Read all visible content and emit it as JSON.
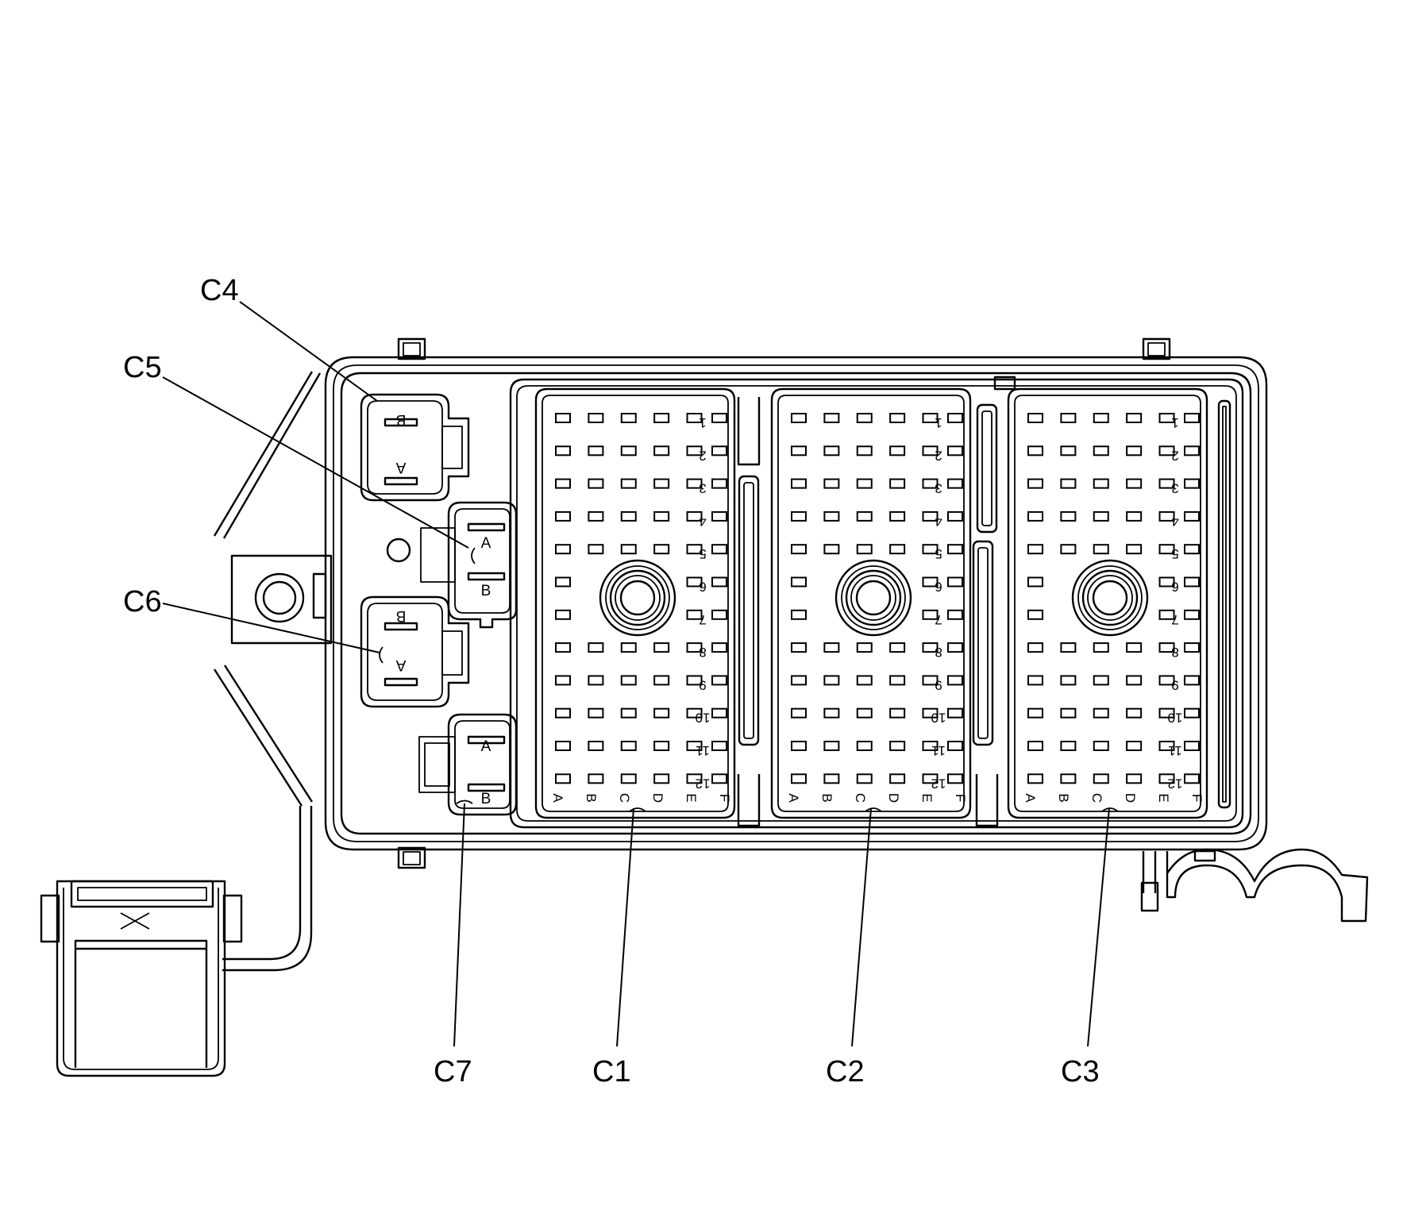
{
  "diagram": {
    "callouts": {
      "c1": "C1",
      "c2": "C2",
      "c3": "C3",
      "c4": "C4",
      "c5": "C5",
      "c6": "C6",
      "c7": "C7"
    },
    "row_labels": [
      "1",
      "2",
      "3",
      "4",
      "5",
      "6",
      "7",
      "8",
      "9",
      "10",
      "11",
      "12"
    ],
    "column_labels": [
      "A",
      "B",
      "C",
      "D",
      "E",
      "F"
    ],
    "small_connector_pins": {
      "a": "A",
      "b": "B"
    }
  }
}
